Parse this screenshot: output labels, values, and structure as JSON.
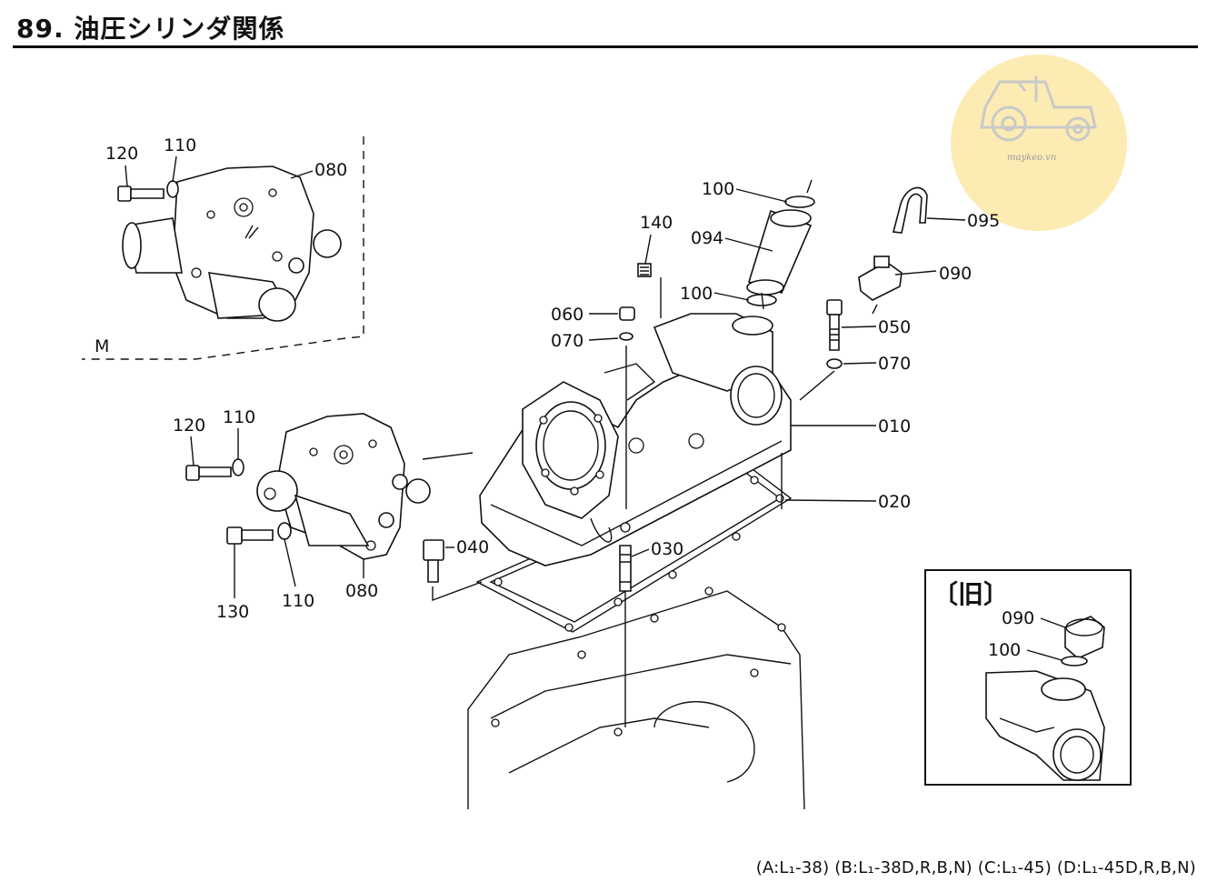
{
  "header": {
    "title": "89. 油圧シリンダ関係"
  },
  "inset": {
    "old_label": "〔旧〕"
  },
  "watermark": {
    "text": "maykeo.vn"
  },
  "footer": {
    "models": "(A:L₁-38) (B:L₁-38D,R,B,N) (C:L₁-45) (D:L₁-45D,R,B,N)"
  },
  "callouts": {
    "c120a": "120",
    "c110a": "110",
    "c080a": "080",
    "cM": "M",
    "c120b": "120",
    "c110b": "110",
    "c130": "130",
    "c110c": "110",
    "c080b": "080",
    "c100a": "100",
    "c094": "094",
    "c140": "140",
    "c100b": "100",
    "c095": "095",
    "c090": "090",
    "c060": "060",
    "c070a": "070",
    "c050": "050",
    "c070b": "070",
    "c010": "010",
    "c020": "020",
    "c040": "040",
    "c030": "030",
    "c090old": "090",
    "c100old": "100"
  }
}
